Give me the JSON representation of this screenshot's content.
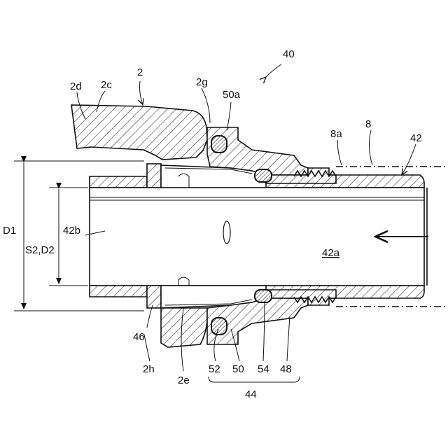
{
  "diagram": {
    "labels": {
      "l40": "40",
      "l2": "2",
      "l2c": "2c",
      "l2d": "2d",
      "l2g": "2g",
      "l50a": "50a",
      "l8a": "8a",
      "l8": "8",
      "l42": "42",
      "lD1": "D1",
      "l42b": "42b",
      "lS2D2": "S2,D2",
      "l42a": "42a",
      "l46": "46",
      "l2h": "2h",
      "l2e": "2e",
      "l52": "52",
      "l50": "50",
      "l54": "54",
      "l48": "48",
      "l44": "44"
    }
  }
}
